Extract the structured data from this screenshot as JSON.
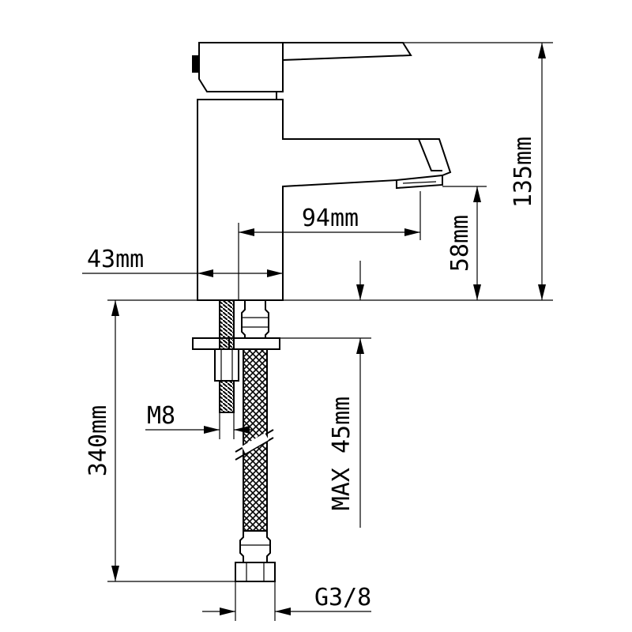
{
  "diagram": {
    "dimensions": {
      "height_total": "135mm",
      "spout_height": "58mm",
      "spout_reach": "94mm",
      "body_width": "43mm",
      "hose_length": "340mm",
      "stud_thread": "M8",
      "max_counter_thickness": "MAX 45mm",
      "hose_connector": "G3/8"
    }
  }
}
